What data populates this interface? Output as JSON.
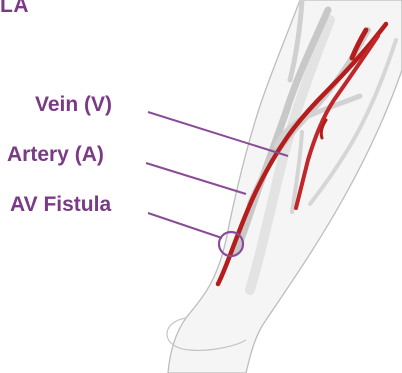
{
  "header": {
    "title_fragment": "LA"
  },
  "labels": {
    "vein": "Vein (V)",
    "artery": "Artery (A)",
    "av_fistula": "AV Fistula"
  },
  "colors": {
    "label_text": "#7a3a86",
    "leader_line": "#8a4c97",
    "artery": "#b51d1d",
    "vein": "#c9c9c9",
    "skin": "#f4f4f4",
    "skin_outline": "#bcbcbc"
  }
}
